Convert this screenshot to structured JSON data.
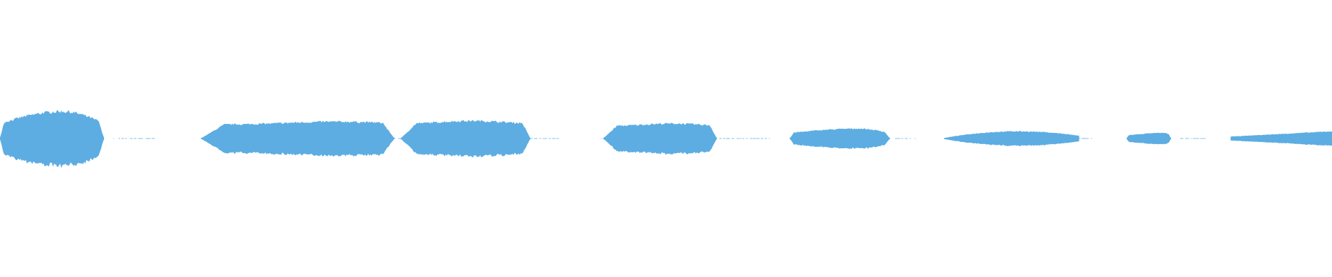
{
  "waveform": {
    "color": "#5DADE2",
    "background": "#ffffff",
    "amplitude_scale": 1.0,
    "timeline": {
      "duration": 1.0,
      "segments": [
        {
          "start": 0.0,
          "end": 0.078,
          "peak": 1.0,
          "profile": "swell",
          "peak_at": 0.6
        },
        {
          "start": 0.151,
          "end": 0.296,
          "peak": 0.62,
          "profile": "plateau",
          "peak_at": 0.7
        },
        {
          "start": 0.301,
          "end": 0.398,
          "peak": 0.65,
          "profile": "plateau",
          "peak_at": 0.55
        },
        {
          "start": 0.453,
          "end": 0.538,
          "peak": 0.55,
          "profile": "plateau",
          "peak_at": 0.6
        },
        {
          "start": 0.593,
          "end": 0.668,
          "peak": 0.36,
          "profile": "swell",
          "peak_at": 0.68
        },
        {
          "start": 0.709,
          "end": 0.81,
          "peak": 0.26,
          "profile": "lens",
          "peak_at": 0.55
        },
        {
          "start": 0.846,
          "end": 0.879,
          "peak": 0.2,
          "profile": "swell",
          "peak_at": 0.85
        },
        {
          "start": 0.924,
          "end": 1.0,
          "peak": 0.26,
          "profile": "ramp",
          "peak_at": 1.0
        }
      ],
      "noise": [
        {
          "start": 0.085,
          "end": 0.117
        },
        {
          "start": 0.296,
          "end": 0.301
        },
        {
          "start": 0.398,
          "end": 0.42
        },
        {
          "start": 0.451,
          "end": 0.453
        },
        {
          "start": 0.54,
          "end": 0.578
        },
        {
          "start": 0.672,
          "end": 0.688
        },
        {
          "start": 0.81,
          "end": 0.823
        },
        {
          "start": 0.886,
          "end": 0.905
        }
      ]
    }
  }
}
